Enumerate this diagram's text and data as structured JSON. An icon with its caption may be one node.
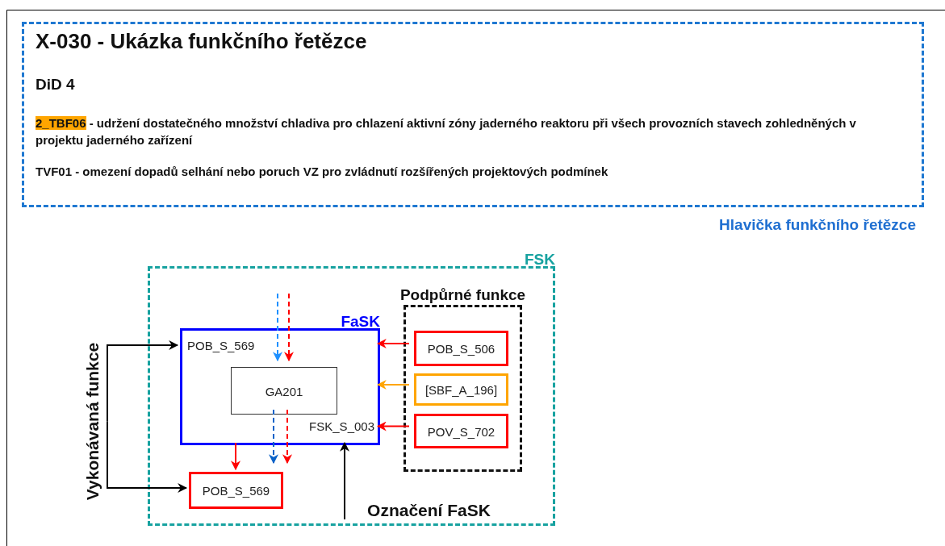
{
  "diagram": {
    "nodes": [
      {
        "text": [
          "X-030 - Ukázka funkčního řetězce",
          "DiD 4",
          "2_TBF06",
          "- udržení dostatečného množství chladiva pro chlazení aktivní zóny jaderného reaktoru při všech provozních stavech zohledněných v projektu jaderného zařízení",
          "TVF01 - omezení dopadů selhání nebo poruch VZ pro zvládnutí rozšířených projektových podmínek"
        ],
        "beside": [
          "Hlavička funkčního řetězce"
        ]
      },
      {
        "text": [
          "FSK"
        ]
      },
      {
        "text": [
          "FaSK",
          "POB_S_569",
          "FSK_S_003"
        ],
        "in": 1
      },
      {
        "text": [
          "GA201"
        ],
        "in": 2
      },
      {
        "text": [
          "Podpůrné funkce"
        ],
        "in": 1
      },
      {
        "text": [
          "POB_S_506"
        ],
        "in": 4
      },
      {
        "text": [
          "[SBF_A_196]"
        ],
        "in": 4
      },
      {
        "text": [
          "POV_S_702"
        ],
        "in": 4
      },
      {
        "text": [
          "POB_S_569"
        ],
        "in": 1
      },
      {
        "text": [
          "Vykonávaná funkce"
        ]
      },
      {
        "text": [
          "Označení FaSK"
        ],
        "in": 1
      }
    ],
    "edges": [
      {
        "from": 9,
        "to": 2,
        "arrow": "to",
        "color": "#000000"
      },
      {
        "from": 9,
        "to": 8,
        "arrow": "to",
        "color": "#000000"
      },
      {
        "from": 10,
        "to": 2,
        "arrow": "to",
        "color": "#000000"
      },
      {
        "from": 5,
        "to": 2,
        "arrow": "to"
      },
      {
        "from": 6,
        "to": 2,
        "arrow": "to",
        "color": "#ffa500"
      },
      {
        "from": 7,
        "to": 2,
        "arrow": "to"
      },
      {
        "from": 2,
        "to": 8,
        "arrow": "to"
      },
      {
        "from": null,
        "to": 3,
        "arrow": "to",
        "style": "dashed",
        "color": "#1e90ff"
      },
      {
        "from": null,
        "to": 3,
        "arrow": "to",
        "style": "dashed"
      },
      {
        "from": 3,
        "to": 8,
        "arrow": "to",
        "style": "dashed",
        "color": "#0a62c8"
      },
      {
        "from": 3,
        "to": 8,
        "arrow": "to",
        "style": "dashed"
      }
    ]
  }
}
